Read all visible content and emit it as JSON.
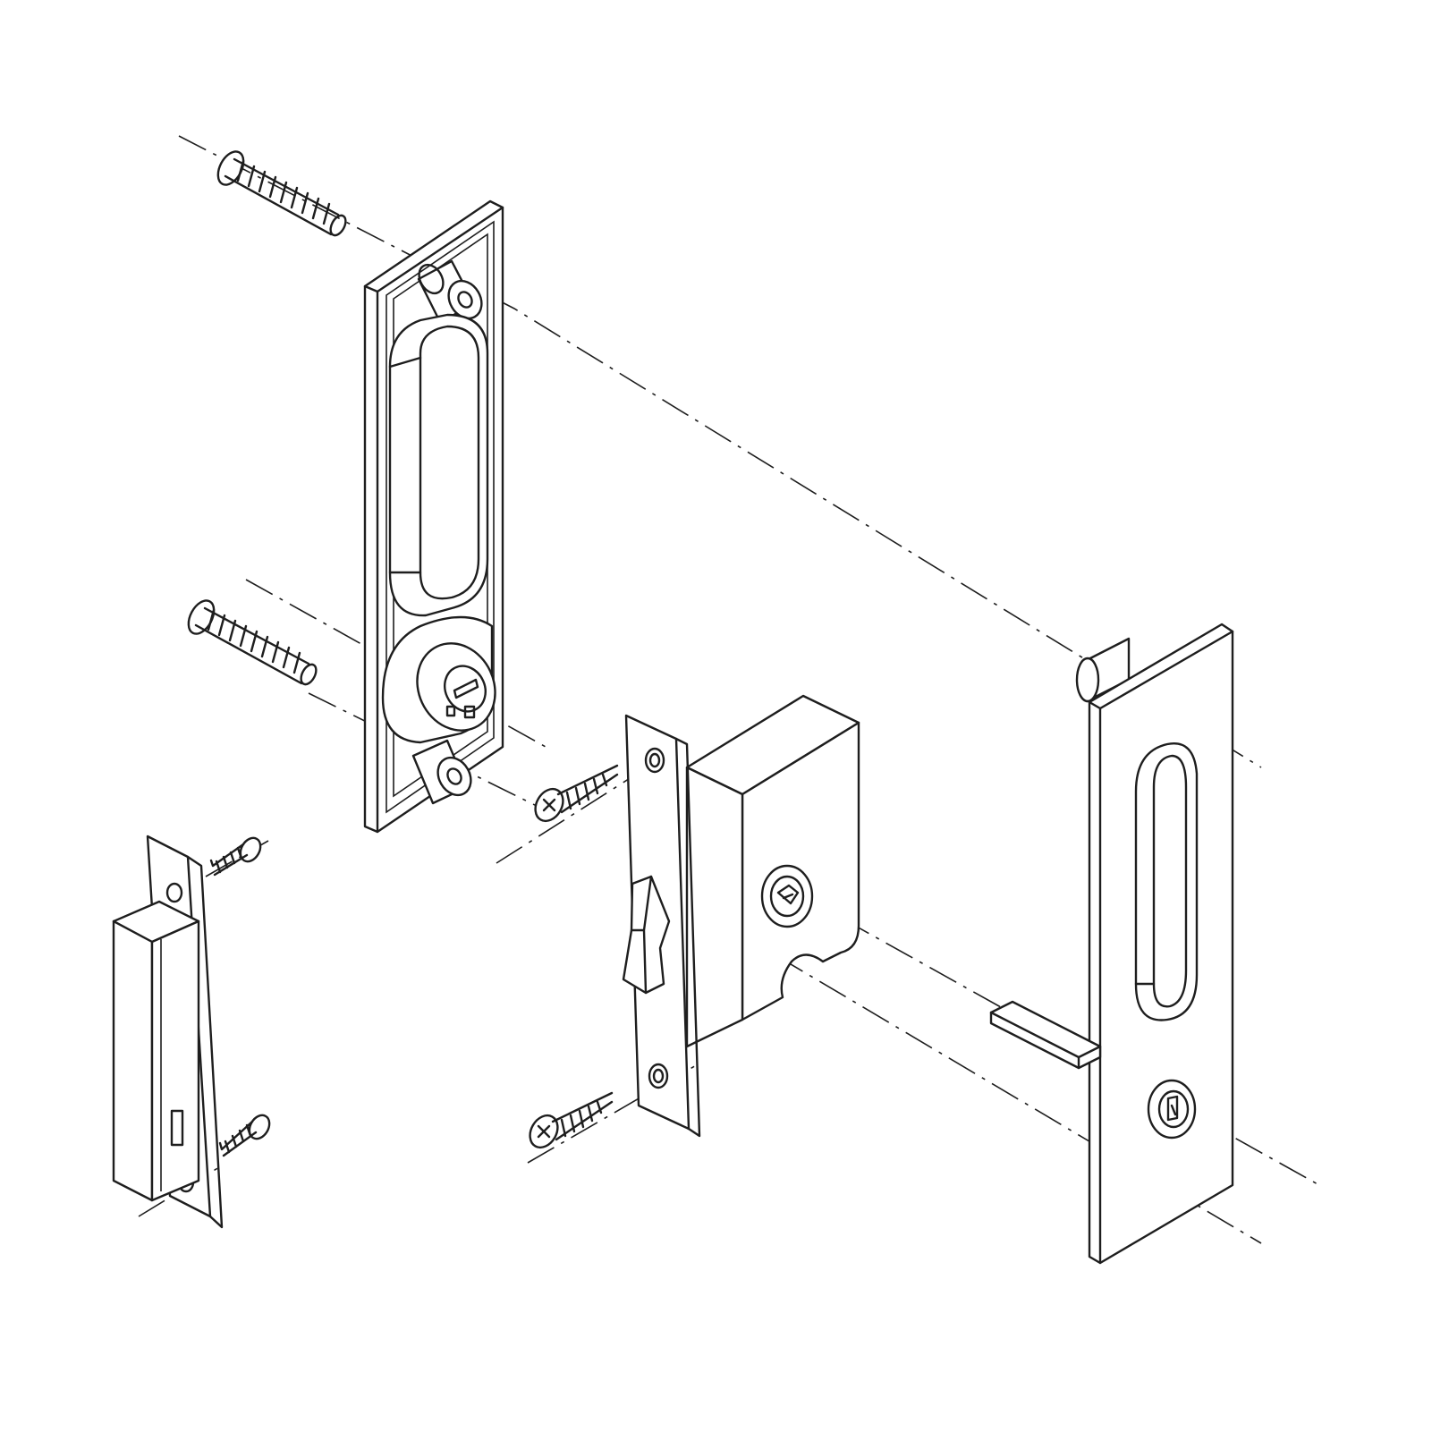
{
  "figure": {
    "background": "#ffffff",
    "line_color": "#1e1e1e",
    "parts": [
      {
        "id": "long-machine-screw-top",
        "icon": "machine-screw"
      },
      {
        "id": "long-machine-screw-bottom",
        "icon": "machine-screw"
      },
      {
        "id": "inner-pull-plate",
        "icon": "recessed-pull-with-thumbturn"
      },
      {
        "id": "strike-plate",
        "icon": "strike-box"
      },
      {
        "id": "strike-wood-screws",
        "icon": "wood-screw",
        "count": 2
      },
      {
        "id": "hook-latch-mortise-body",
        "icon": "mortise-lock-body"
      },
      {
        "id": "faceplate-wood-screws",
        "icon": "wood-screw",
        "count": 2
      },
      {
        "id": "outer-pull-plate",
        "icon": "recessed-pull-with-cylinder"
      },
      {
        "id": "spindle-bar",
        "icon": "tailpiece"
      }
    ]
  }
}
